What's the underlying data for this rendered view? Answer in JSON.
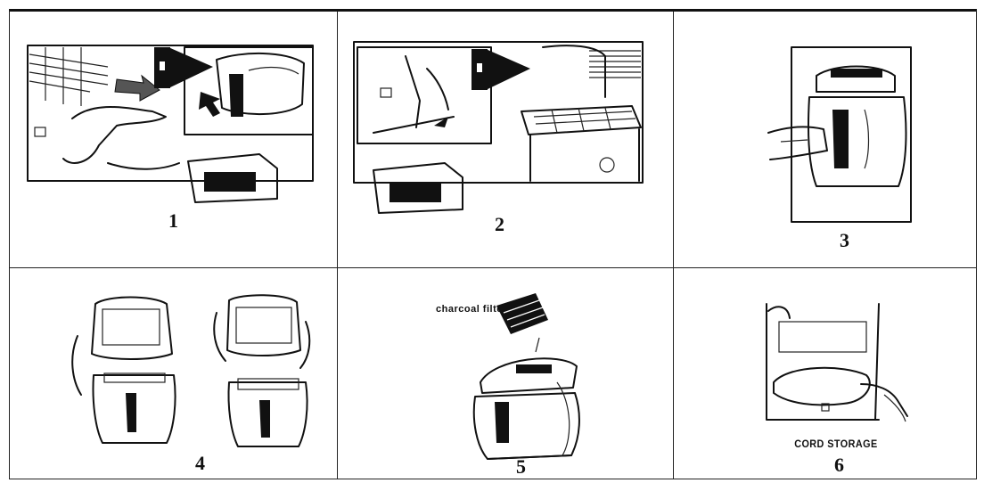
{
  "steps": [
    {
      "number": "1"
    },
    {
      "number": "2"
    },
    {
      "number": "3"
    },
    {
      "number": "4"
    },
    {
      "number": "5",
      "caption": "charcoal filter"
    },
    {
      "number": "6",
      "caption": "CORD STORAGE"
    }
  ],
  "icons": [
    "drain-handle-illustration",
    "basket-hook-illustration",
    "fryer-front-illustration",
    "lid-open-illustration",
    "filter-insert-illustration",
    "cord-storage-illustration"
  ]
}
